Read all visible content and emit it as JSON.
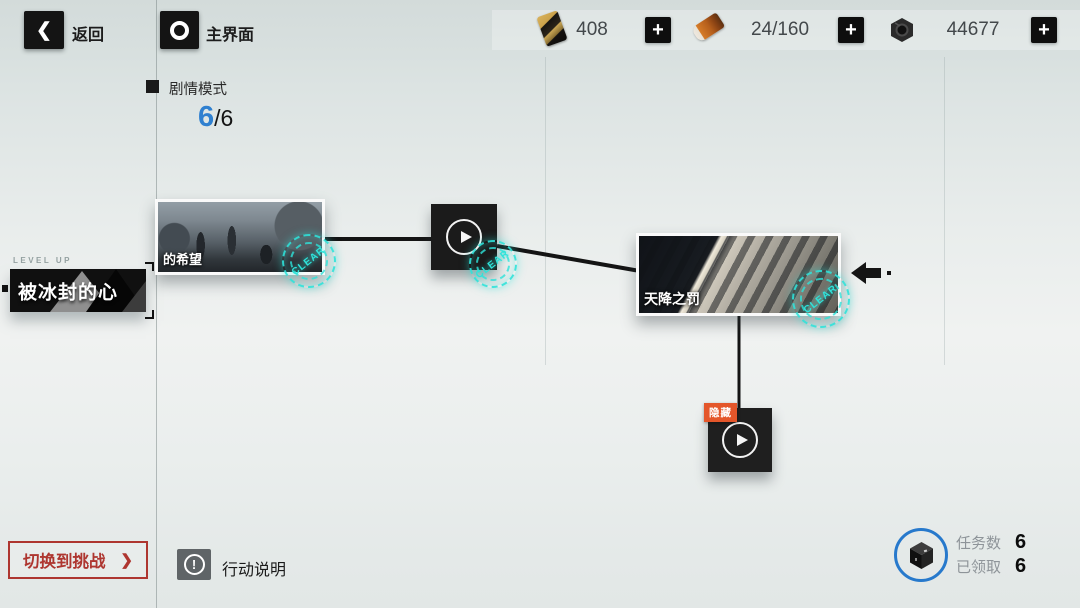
{
  "top_bar": {
    "back_label": "返回",
    "main_label": "主界面",
    "currencies": [
      {
        "icon": "card-currency-icon",
        "value": "408"
      },
      {
        "icon": "battery-currency-icon",
        "value": "24/160"
      },
      {
        "icon": "cog-currency-icon",
        "value": "44677"
      }
    ]
  },
  "icons": {
    "back_chevron": "❮",
    "forward_chevron": "❯",
    "plus": "+",
    "exclamation": "!"
  },
  "mode": {
    "label": "剧情模式",
    "progress_current": "6",
    "progress_total": "/6"
  },
  "map": {
    "clear_text": "CLEAR",
    "stage1_title": "的希望",
    "stage2_title": "天降之罚",
    "hidden_tag": "隐藏"
  },
  "banner": {
    "level_up": "LEVEL UP",
    "title": "被冰封的心"
  },
  "footer": {
    "switch_label": "切换到挑战",
    "action_label": "行动说明",
    "missions": {
      "count_label": "任务数",
      "count_value": "6",
      "claimed_label": "已领取",
      "claimed_value": "6"
    }
  },
  "colors": {
    "clear_cyan": "#2fe3da",
    "hidden_tag_orange": "#e4562a",
    "challenge_red": "#ae3630",
    "progress_blue": "#2f80d0",
    "missions_blue": "#2779cc"
  }
}
